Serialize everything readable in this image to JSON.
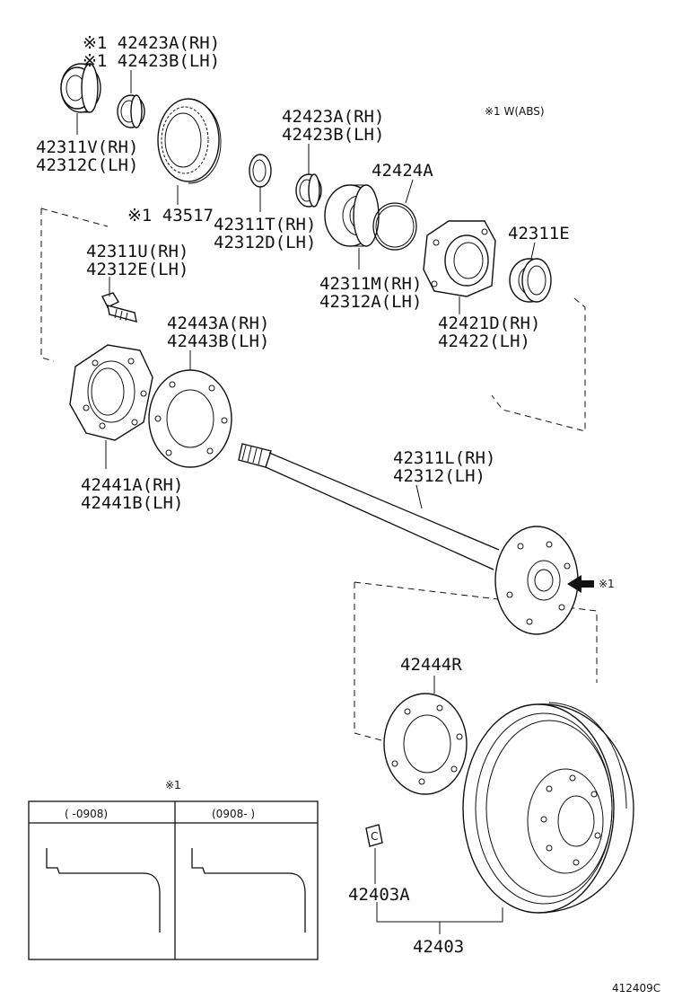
{
  "labels": {
    "oil_seal_outer": [
      "※1 42423A(RH)",
      "※1 42423B(LH)"
    ],
    "retainer_outer": [
      "42311V(RH)",
      "42312C(LH)"
    ],
    "abs_rotor": "※1 43517",
    "note_w_abs": "※1 W(ABS)",
    "oil_seal_inner": [
      "42423A(RH)",
      "42423B(LH)"
    ],
    "snap_ring": "42424A",
    "spacer": [
      "42311T(RH)",
      "42312D(LH)"
    ],
    "bearing": [
      "42311M(RH)",
      "42312A(LH)"
    ],
    "retainer_e": "42311E",
    "bearing_housing": [
      "42421D(RH)",
      "42422(LH)"
    ],
    "bolt": [
      "42311U(RH)",
      "42312E(LH)"
    ],
    "gasket_plate": [
      "42443A(RH)",
      "42443B(LH)"
    ],
    "backing_plate": [
      "42441A(RH)",
      "42441B(LH)"
    ],
    "axle_shaft": [
      "42311L(RH)",
      "42312(LH)"
    ],
    "hub_marker": "※1",
    "gasket_r": "42444R",
    "inset_marker": "※1",
    "inset_col_left": "(      -0908)",
    "inset_col_right": "(0908-      )",
    "cap": "42403A",
    "drum": "42403",
    "drawing_number": "412409C"
  },
  "icons": {
    "hub_arrow": "arrow-left-icon",
    "cap_symbol": "c-mark-icon"
  }
}
